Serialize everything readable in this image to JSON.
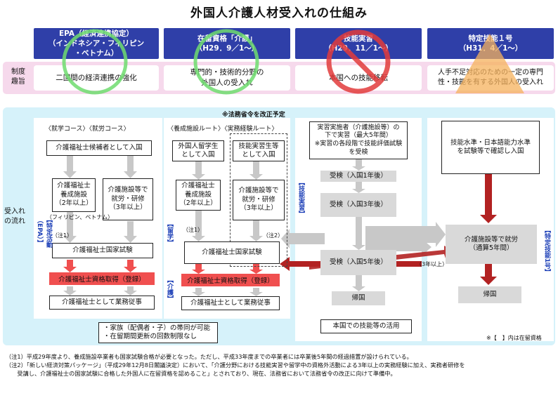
{
  "title": "外国人介護人材受入れの仕組み",
  "headers": [
    {
      "line1": "EPA（経済連携協定）",
      "line2": "（インドネシア・フィリピン",
      "line3": "・ベトナム）"
    },
    {
      "line1": "在留資格「介護」",
      "line2": "（H29．9／1〜）"
    },
    {
      "line1": "技能実習",
      "line2": "（H29．11／1〜）"
    },
    {
      "line1": "特定技能１号",
      "line2": "（H31．4／1〜）"
    }
  ],
  "purpose": {
    "label_line1": "制度",
    "label_line2": "趣旨",
    "items": [
      {
        "line1": "二国間の経済連携の強化",
        "line2": ""
      },
      {
        "line1": "専門的・技術的分野の",
        "line2": "外国人の受入れ"
      },
      {
        "line1": "本国への技能移転",
        "line2": ""
      },
      {
        "line1": "人手不足対応のための一定の専門",
        "line2": "性・技能を有する外国人の受入れ"
      }
    ]
  },
  "flow": {
    "label_line1": "受入れ",
    "label_line2": "の流れ",
    "ordinance_note": "※法務省令を改正予定",
    "epa": {
      "courses": "〈就学コース〉〈就労コース〉",
      "candidate": "介護福祉士候補者として入国",
      "school": {
        "l1": "介護福祉士",
        "l2": "養成施設",
        "l3": "（2年以上）"
      },
      "work": {
        "l1": "介護施設等で",
        "l2": "就労・研修",
        "l3": "（3年以上）"
      },
      "countries": "（フィリピン、ベトナム）",
      "note1": "（注1）",
      "exam": "介護福祉士国家試験",
      "qualify": "介護福祉士資格取得（登録）",
      "work_as": "介護福祉士として業務従事",
      "side_label": "【特定活動（EPA）】"
    },
    "kaigo": {
      "routes": "〈養成施設ルート〉〈実務経験ルート〉",
      "student": {
        "l1": "外国人留学生",
        "l2": "として入国"
      },
      "trainee": {
        "l1": "技能実習生等",
        "l2": "として入国"
      },
      "school": {
        "l1": "介護福祉士",
        "l2": "養成施設",
        "l3": "（2年以上）"
      },
      "work": {
        "l1": "介護施設等で",
        "l2": "就労・研修",
        "l3": "（3年以上）"
      },
      "note1": "（注1）",
      "note2": "（注2）",
      "ryugaku": "【留学】",
      "kaigo_label": "【介護】",
      "exam": "介護福祉士国家試験",
      "qualify": "介護福祉士資格取得（登録）",
      "work_as": "介護福祉士として業務従事"
    },
    "family_box": {
      "l1": "・家族（配偶者・子）の帯同が可能",
      "l2": "・在留期間更新の回数制限なし"
    },
    "ginou": {
      "entry": {
        "l1": "実習実施者（介護施設等）の",
        "l2": "下で実習（最大5年間）",
        "l3": "※実習の各段階で技能評価試験",
        "l4": "を受検"
      },
      "exam1": "受検（入国1年後）",
      "exam3": "受検（入国3年後）",
      "exam5": "受検（入国5年後）",
      "return": "帰国",
      "side_label": "【技能実習】",
      "home_use": "本国での技能等の活用"
    },
    "tokutei": {
      "check": {
        "l1": "技能水準・日本語能力水準",
        "l2": "を試験等で確認し入国"
      },
      "work": {
        "l1": "介護施設等で就労",
        "l2": "（通算5年間）"
      },
      "return": "帰国",
      "three_years": "（3年以上）",
      "side_label": "【特定技能1号】"
    },
    "legend": "※【　】内は在留資格"
  },
  "footnotes": [
    "（注1）平成29年度より、養成施設卒業者も国家試験合格が必要となった。ただし、平成33年度までの卒業者には卒業後5年間の経過措置が設けられている。",
    "（注2）「新しい経済対策パッケージ」（平成29年12月8日閣議決定）において、「介護分野における技能実習や留学中の資格外活動による3年以上の実務経験に加え、実務者研修を",
    "　　受講し、介護福祉士の国家試験に合格した外国人に在留資格を認めること」とされており、現在、法務省において法務省令の改正に向けて準備中。"
  ],
  "colors": {
    "header": "#2f3fa8",
    "purpose_band": "#f6d9ec",
    "flow_band": "#d6f2fa",
    "qualify_red": "#f04f4f",
    "label_blue": "#1c3fb7",
    "arrow_red": "#b22222"
  },
  "overlays": [
    "green-circle-icon",
    "green-circle-icon",
    "red-prohibition-icon",
    "orange-triangle-icon"
  ]
}
